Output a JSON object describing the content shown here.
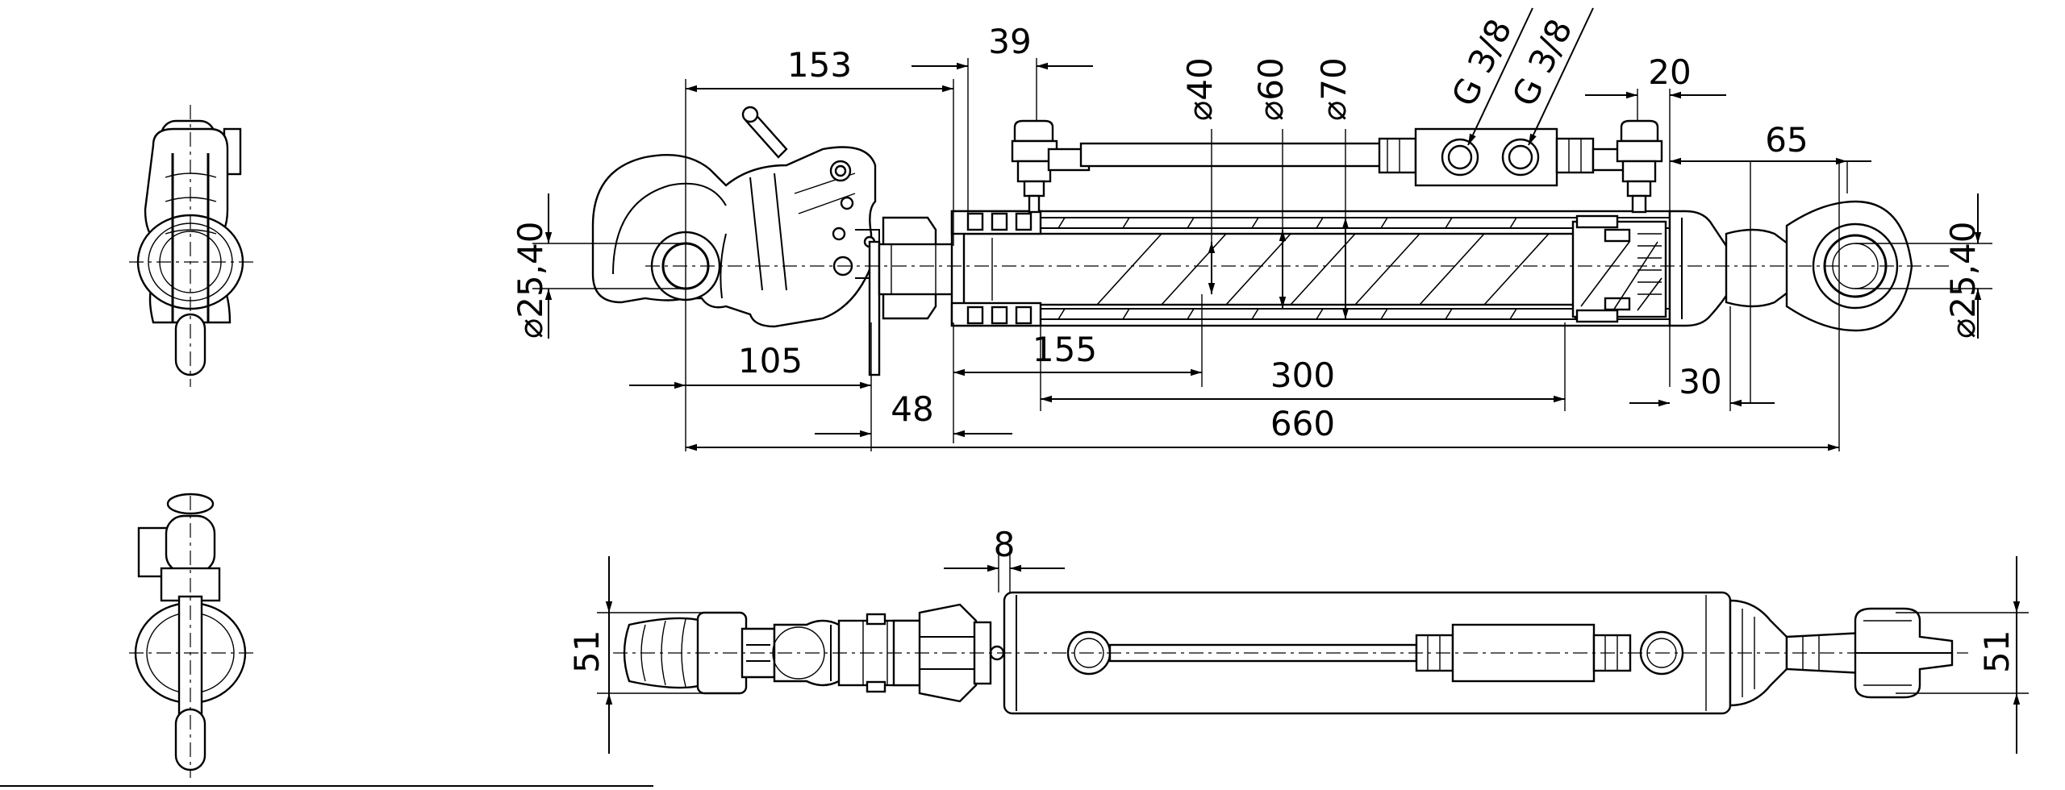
{
  "drawing": {
    "side_view_dimensions": {
      "d153": "153",
      "d39": "39",
      "d_rod": "⌀40",
      "d_bore": "⌀60",
      "d_tube": "⌀70",
      "port1": "G 3/8",
      "port2": "G 3/8",
      "d20": "20",
      "d65": "65",
      "d_hook_left": "⌀25,40",
      "d_eye_right": "⌀25,40",
      "d105": "105",
      "d155": "155",
      "d300": "300",
      "d30": "30",
      "d48": "48",
      "d660": "660"
    },
    "top_view_dimensions": {
      "d8": "8",
      "w_left": "51",
      "w_right": "51"
    }
  }
}
